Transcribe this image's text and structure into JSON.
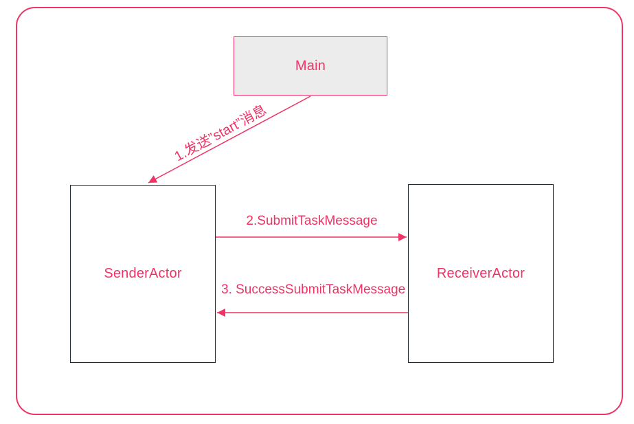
{
  "colors": {
    "accent": "#ee3465",
    "node_border": "#222937",
    "main_fill": "#ececec",
    "background": "#ffffff"
  },
  "diagram": {
    "nodes": [
      {
        "id": "main",
        "label": "Main"
      },
      {
        "id": "sender",
        "label": "SenderActor"
      },
      {
        "id": "receiver",
        "label": "ReceiverActor"
      }
    ],
    "messages": [
      {
        "order": 1,
        "from": "main",
        "to": "sender",
        "label": "1.发送”start”消息"
      },
      {
        "order": 2,
        "from": "sender",
        "to": "receiver",
        "label": "2.SubmitTaskMessage"
      },
      {
        "order": 3,
        "from": "receiver",
        "to": "sender",
        "label": "3. SuccessSubmitTaskMessage"
      }
    ]
  }
}
